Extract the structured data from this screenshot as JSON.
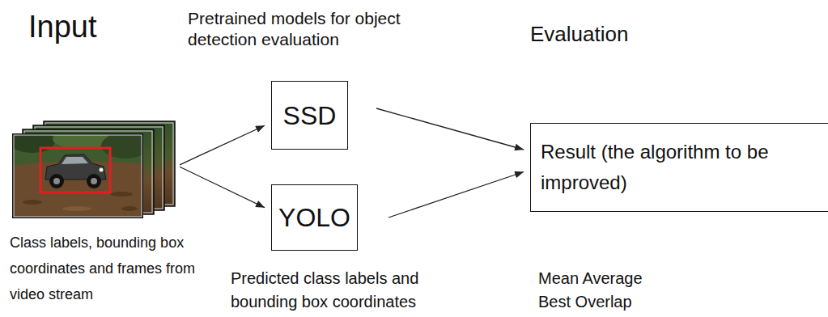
{
  "diagram": {
    "nodes": [
      {
        "text": [
          "Class labels, bounding box coordinates and frames from video stream"
        ]
      },
      {
        "text": [
          "SSD"
        ]
      },
      {
        "text": [
          "YOLO"
        ]
      },
      {
        "text": [
          "Result (the algorithm to be improved)"
        ]
      }
    ],
    "edges": [
      {
        "from": 0,
        "to": 1,
        "arrow": "to"
      },
      {
        "from": 0,
        "to": 2,
        "arrow": "to"
      },
      {
        "from": 1,
        "to": 3,
        "arrow": "to"
      },
      {
        "from": 2,
        "to": 3,
        "arrow": "to"
      }
    ],
    "labels": [
      "Input",
      "Pretrained models for object detection evaluation",
      "Evaluation",
      "Predicted class labels and bounding box coordinates",
      "Mean Average Best Overlap"
    ]
  }
}
